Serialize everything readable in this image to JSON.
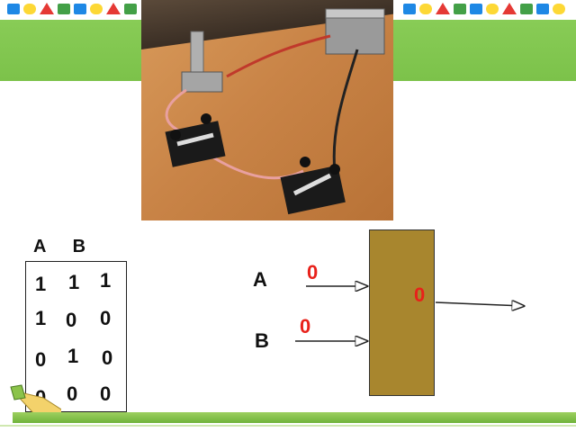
{
  "truth_table": {
    "headers": [
      "A",
      "B"
    ],
    "rows": [
      [
        "1",
        "1",
        "1"
      ],
      [
        "1",
        "0",
        "0"
      ],
      [
        "0",
        "1",
        "0"
      ],
      [
        "0",
        "0",
        "0"
      ]
    ]
  },
  "gate": {
    "input_a_label": "A",
    "input_b_label": "B",
    "input_a_value": "0",
    "input_b_value": "0",
    "output_value": "0"
  },
  "colors": {
    "gate_fill": "#a8862e",
    "value_text": "#e8211a",
    "banner_green": "#7cc24a"
  }
}
